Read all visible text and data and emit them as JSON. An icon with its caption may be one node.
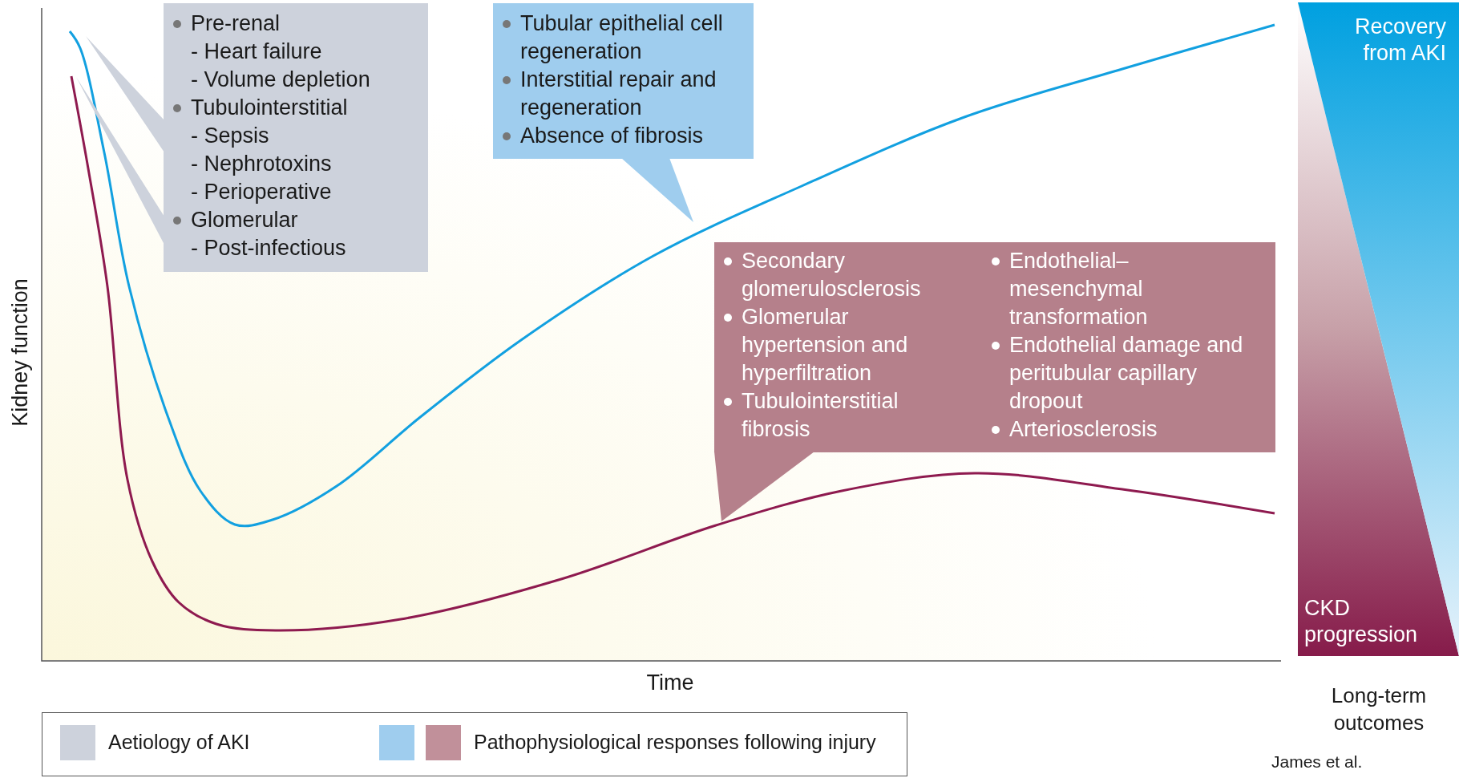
{
  "diagram": {
    "nodes": [
      {
        "text": [
          "Pre-renal",
          "- Heart failure",
          "- Volume depletion",
          "Tubulointerstitial",
          "- Sepsis",
          "- Nephrotoxins",
          "- Perioperative",
          "Glomerular",
          "- Post-infectious"
        ]
      },
      {
        "text": [
          "Tubular epithelial cell regeneration",
          "Interstitial repair and regeneration",
          "Absence of fibrosis"
        ]
      },
      {
        "text": [
          "Secondary glomerulosclerosis",
          "Glomerular hypertension and hyperfiltration",
          "Tubulointerstitial fibrosis",
          "Endothelial– mesenchymal transformation",
          "Endothelial damage and peritubular capillary dropout",
          "Arteriosclerosis"
        ]
      },
      {
        "text": [
          "Recovery from AKI",
          "CKD progression"
        ],
        "beside": [
          "Long-term outcomes"
        ]
      }
    ],
    "edges": [],
    "labels": [
      "Kidney function",
      "Time",
      "James et al."
    ],
    "legend": [
      {
        "text": "Aetiology of AKI",
        "color": "#cdd2dc"
      },
      {
        "text": "Pathophysiological responses following injury",
        "color": "#9fcdee"
      }
    ]
  }
}
